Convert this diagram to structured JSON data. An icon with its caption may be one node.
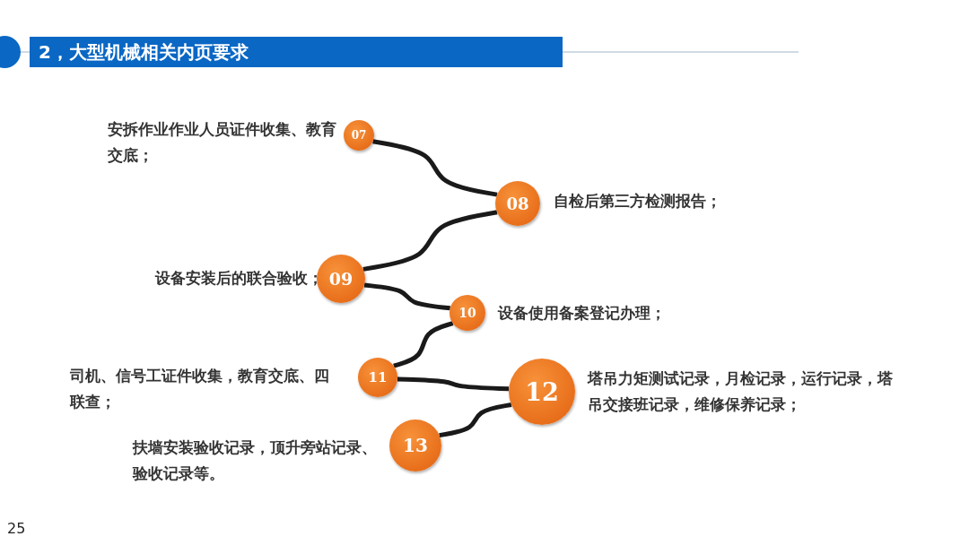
{
  "diagram": {
    "title": "2，大型机械相关内页要求",
    "nodes": [
      {
        "text": [
          "07"
        ],
        "beside": [
          "安拆作业作业人员证件收集、教育交底；"
        ]
      },
      {
        "text": [
          "08"
        ],
        "beside": [
          "自检后第三方检测报告；"
        ]
      },
      {
        "text": [
          "09"
        ],
        "beside": [
          "设备安装后的联合验收；"
        ]
      },
      {
        "text": [
          "10"
        ],
        "beside": [
          "设备使用备案登记办理；"
        ]
      },
      {
        "text": [
          "11"
        ],
        "beside": [
          "司机、信号工证件收集，教育交底、四联查；"
        ]
      },
      {
        "text": [
          "12"
        ],
        "beside": [
          "塔吊力矩测试记录，月检记录，运行记录，塔吊交接班记录，维修保养记录；"
        ]
      },
      {
        "text": [
          "13"
        ],
        "beside": [
          "扶墙安装验收记录，顶升旁站记录、验收记录等。"
        ]
      }
    ],
    "edges": [
      {
        "from": 0,
        "to": 1,
        "arrow": "none"
      },
      {
        "from": 1,
        "to": 2,
        "arrow": "none"
      },
      {
        "from": 2,
        "to": 3,
        "arrow": "none"
      },
      {
        "from": 3,
        "to": 4,
        "arrow": "none"
      },
      {
        "from": 4,
        "to": 5,
        "arrow": "none"
      },
      {
        "from": 5,
        "to": 6,
        "arrow": "none"
      }
    ],
    "labels": [
      "25"
    ]
  }
}
